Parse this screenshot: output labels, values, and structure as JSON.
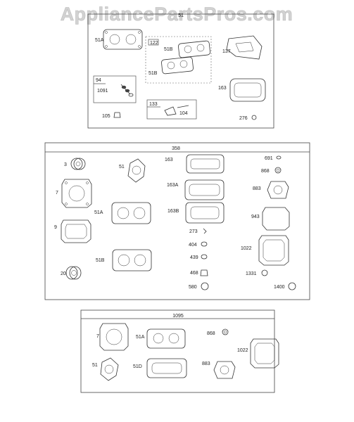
{
  "watermark": "AppliancePartsPros.com",
  "sections": [
    {
      "title": "51",
      "labels": [
        "51A",
        "122",
        "51B",
        "51B",
        "137",
        "94",
        "1091",
        "163",
        "133",
        "104",
        "105",
        "276"
      ]
    },
    {
      "title": "358",
      "labels": [
        "3",
        "51",
        "163",
        "691",
        "868",
        "7",
        "163A",
        "883",
        "51A",
        "163B",
        "943",
        "9",
        "273",
        "404",
        "1022",
        "439",
        "51B",
        "20",
        "468",
        "1331",
        "580",
        "1400"
      ]
    },
    {
      "title": "1095",
      "labels": [
        "7",
        "51A",
        "868",
        "1022",
        "51",
        "51D",
        "883"
      ]
    }
  ]
}
